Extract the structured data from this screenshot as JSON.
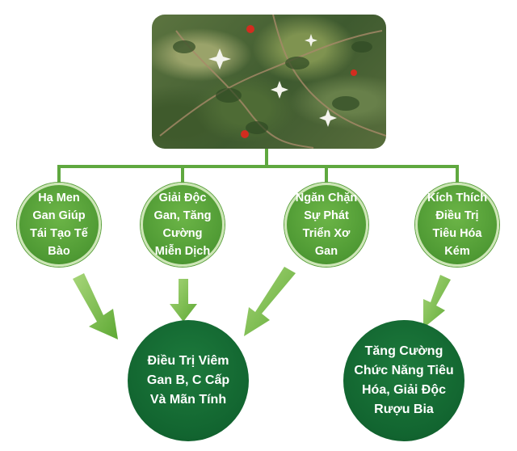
{
  "center_image": {
    "name": "herb-plant-photo"
  },
  "benefits": [
    {
      "label": "Hạ Men Gan Giúp Tái Tạo Tế Bào"
    },
    {
      "label": "Giải Độc Gan, Tăng Cường Miễn Dịch"
    },
    {
      "label": "Ngăn Chặn Sự Phát Triển Xơ Gan"
    },
    {
      "label": "Kích Thích Điều Trị Tiêu Hóa Kém"
    }
  ],
  "results": [
    {
      "label": "Điều Trị Viêm Gan B, C Cấp Và Mãn Tính"
    },
    {
      "label": "Tăng Cường Chức Năng Tiêu Hóa, Giải Độc Rượu Bia"
    }
  ],
  "colors": {
    "connector": "#5fa83f",
    "benefit_fill": "#5aa53b",
    "result_fill": "#136833",
    "arrow": "#7cc24a"
  }
}
